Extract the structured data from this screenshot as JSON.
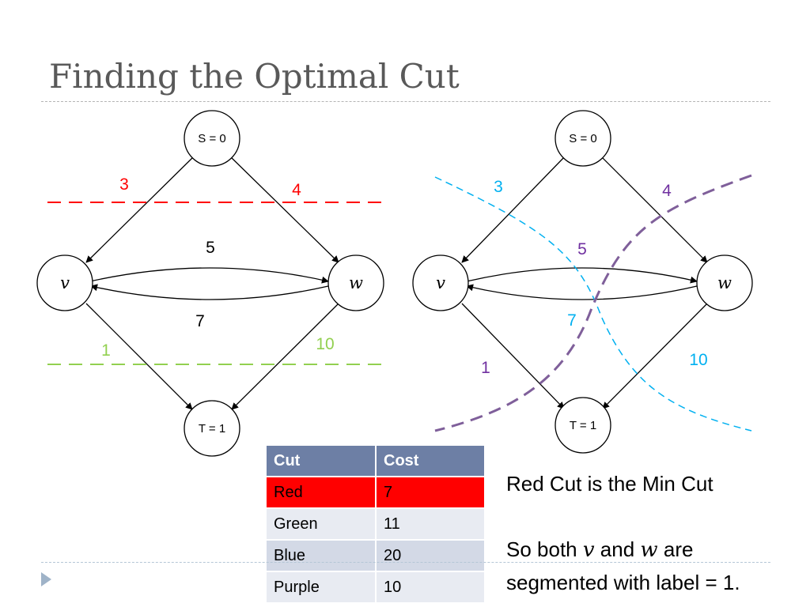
{
  "title": "Finding the Optimal Cut",
  "colors": {
    "red": "#ff0000",
    "green": "#92d050",
    "blue": "#00b0f0",
    "purple": "#7030a0",
    "title": "#595959",
    "table_header": "#6d7fa5"
  },
  "graphs": [
    {
      "nodes": {
        "s": "S = 0",
        "v": "v",
        "w": "w",
        "t": "T = 1"
      },
      "edge_labels": {
        "s_v": "3",
        "s_w": "4",
        "v_w": "5",
        "w_v": "7",
        "v_t": "1",
        "w_t": "10"
      },
      "cuts": [
        "red",
        "green"
      ]
    },
    {
      "nodes": {
        "s": "S = 0",
        "v": "v",
        "w": "w",
        "t": "T = 1"
      },
      "edge_labels": {
        "s_v": "3",
        "s_w": "4",
        "v_w": "5",
        "w_v": "7",
        "v_t": "1",
        "w_t": "10"
      },
      "cuts": [
        "blue",
        "purple"
      ]
    }
  ],
  "table": {
    "headers": [
      "Cut",
      "Cost"
    ],
    "rows": [
      {
        "cut": "Red",
        "cost": "7"
      },
      {
        "cut": "Green",
        "cost": "11"
      },
      {
        "cut": "Blue",
        "cost": "20"
      },
      {
        "cut": "Purple",
        "cost": "10"
      }
    ]
  },
  "conclusion": {
    "line1": "Red Cut is the Min Cut",
    "line2_prefix": "So both ",
    "line2_var1": "v",
    "line2_mid": " and ",
    "line2_var2": "w",
    "line2_suffix": " are",
    "line3": "segmented with label = 1."
  }
}
